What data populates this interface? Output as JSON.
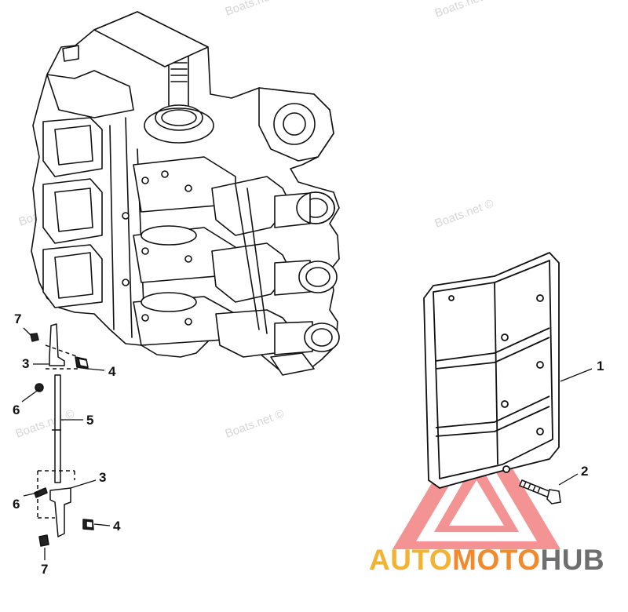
{
  "watermarks": [
    "Boats.net",
    "Boats.net ©",
    "Boats.net ©",
    "Boats.net ©",
    "Boats.net ©",
    "Boats.net ©"
  ],
  "callouts": {
    "c1": "1",
    "c2": "2",
    "c3a": "3",
    "c3b": "3",
    "c4a": "4",
    "c4b": "4",
    "c5": "5",
    "c6a": "6",
    "c6b": "6",
    "c7a": "7",
    "c7b": "7"
  },
  "logo": {
    "part1": "AUTO",
    "part2": "MOTO",
    "part3": "HUB",
    "colors": {
      "auto": "#f2b233",
      "moto": "#f08a2c",
      "hub": "#6e6e6e",
      "triangle": "#e94a4a"
    }
  }
}
